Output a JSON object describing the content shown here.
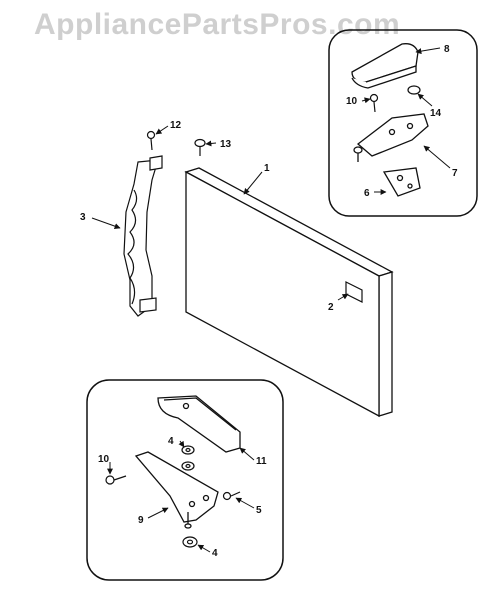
{
  "watermark": "AppliancePartsPros.com",
  "callouts": {
    "door_panel": "1",
    "nameplate": "2",
    "handle": "3",
    "washer_left": "4",
    "washer_bottom": "4",
    "hinge_screw": "5",
    "hinge_plate_top": "6",
    "hinge_bracket_top": "7",
    "hinge_cover_top": "8",
    "hinge_bracket_bottom": "9",
    "screw_top": "10",
    "screw_bottom": "10",
    "hinge_cover_bottom": "11",
    "handle_screw": "12",
    "door_screw": "13",
    "plug": "14"
  }
}
